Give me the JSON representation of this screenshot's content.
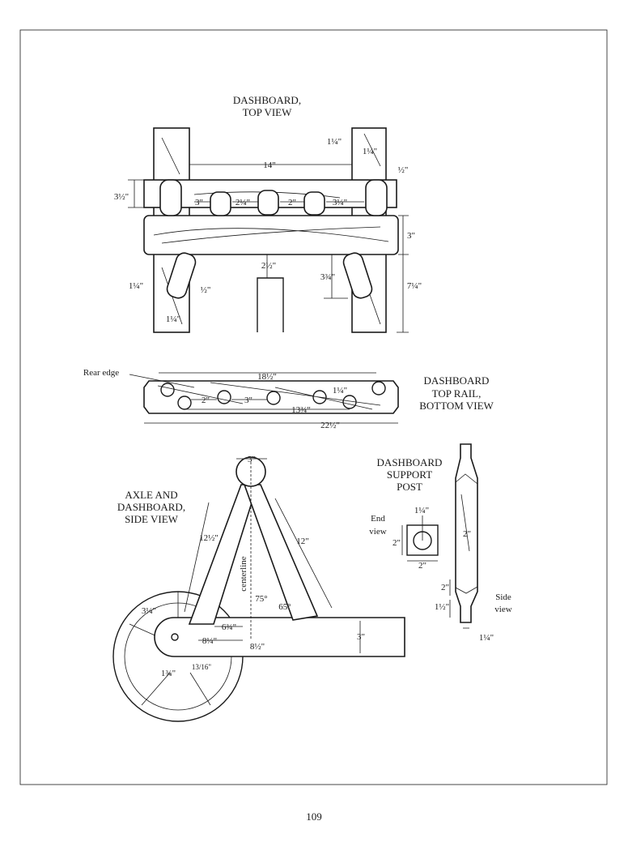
{
  "page_number": "109",
  "top_view": {
    "title": [
      "DASHBOARD,",
      "TOP VIEW"
    ],
    "dims": {
      "span": "14\"",
      "post_offset_a": "1¼\"",
      "post_offset_b": "1¼\"",
      "post_half_a": "½\"",
      "rail_depth": "3½\"",
      "gap1": "3\"",
      "gap2": "2¼\"",
      "gap3": "2\"",
      "gap4": "3¼\"",
      "front_rail": "3\"",
      "front_gap": "2½\"",
      "leg_drop": "3¾\"",
      "leg_total": "7¼\"",
      "leg_a": "1¼\"",
      "leg_half": "½\"",
      "leg_b": "1¼\""
    }
  },
  "bottom_view": {
    "title": [
      "DASHBOARD",
      "TOP RAIL,",
      "BOTTOM VIEW"
    ],
    "rear_edge": "Rear edge",
    "dims": {
      "hole_span": "18½\"",
      "gap1": "2\"",
      "gap2": "3\"",
      "long": "13¾\"",
      "hole": "1¼\"",
      "total": "22½\""
    }
  },
  "side_view": {
    "title": [
      "AXLE AND",
      "DASHBOARD,",
      "SIDE VIEW"
    ],
    "centerline": "centerline",
    "dims": {
      "axle": "3\"",
      "left_leg": "12½\"",
      "right_leg": "12\"",
      "angle_a": "75°",
      "angle_b": "65°",
      "d1": "3¼\"",
      "d2": "6¾\"",
      "d3": "8¼\"",
      "d4": "8½\"",
      "beam": "3\"",
      "d5": "1¾\"",
      "d6": "13/16\""
    }
  },
  "support_post": {
    "title": [
      "DASHBOARD",
      "SUPPORT",
      "POST"
    ],
    "end_view": [
      "End",
      "view"
    ],
    "side_view": [
      "Side",
      "view"
    ],
    "dims": {
      "tenon": "1¼\"",
      "end_h": "2\"",
      "end_w": "2\"",
      "body": "2\"",
      "taper": "2\"",
      "tenon_len": "1½\"",
      "tenon_w": "1¼\""
    }
  }
}
